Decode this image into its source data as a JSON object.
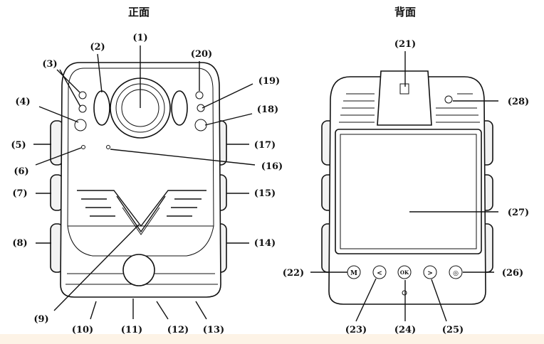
{
  "front": {
    "title": "正面",
    "labels": {
      "c1": "(1)",
      "c2": "(2)",
      "c3": "(3)",
      "c4": "(4)",
      "c5": "(5)",
      "c6": "(6)",
      "c7": "(7)",
      "c8": "(8)",
      "c9": "(9)",
      "c10": "(10)",
      "c11": "(11)",
      "c12": "(12)",
      "c13": "(13)",
      "c14": "(14)",
      "c15": "(15)",
      "c16": "(16)",
      "c17": "(17)",
      "c18": "(18)",
      "c19": "(19)",
      "c20": "(20)"
    }
  },
  "back": {
    "title": "背面",
    "labels": {
      "c21": "(21)",
      "c22": "(22)",
      "c23": "(23)",
      "c24": "(24)",
      "c25": "(25)",
      "c26": "(26)",
      "c27": "(27)",
      "c28": "(28)"
    },
    "buttons": {
      "m": "M",
      "prev": "<",
      "ok": "OK",
      "next": ">",
      "cam": "◎"
    }
  }
}
